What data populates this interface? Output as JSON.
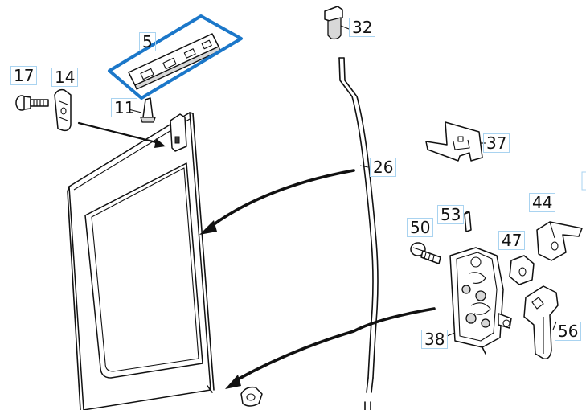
{
  "diagram": {
    "highlight_color": "#1b77c9",
    "callout_border_color": "#a9d3f0",
    "callouts": [
      {
        "id": "c5",
        "label": "5"
      },
      {
        "id": "c32",
        "label": "32"
      },
      {
        "id": "c17",
        "label": "17"
      },
      {
        "id": "c14",
        "label": "14"
      },
      {
        "id": "c11",
        "label": "11"
      },
      {
        "id": "c37",
        "label": "37"
      },
      {
        "id": "c26",
        "label": "26"
      },
      {
        "id": "c44",
        "label": "44"
      },
      {
        "id": "c53",
        "label": "53"
      },
      {
        "id": "c50",
        "label": "50"
      },
      {
        "id": "c47",
        "label": "47"
      },
      {
        "id": "c38",
        "label": "38"
      },
      {
        "id": "c56",
        "label": "56"
      }
    ]
  }
}
